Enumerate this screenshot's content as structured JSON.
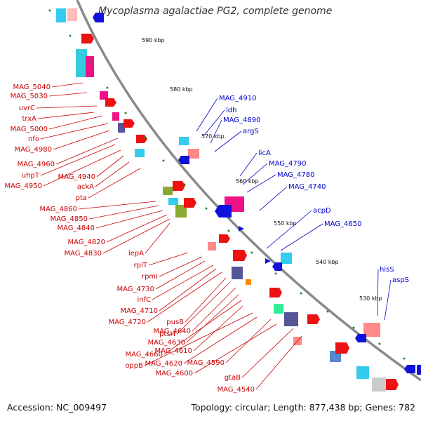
{
  "title": "Mycoplasma agalactiae PG2, complete genome",
  "footer": {
    "accession": "Accession: NC_009497",
    "summary": "Topology: circular; Length: 877,438 bp; Genes: 782"
  },
  "colors": {
    "backbone": "#8a8a8a",
    "forward_gene": "#ee1111",
    "reverse_gene": "#1111dd",
    "label_forward": "#cc0000",
    "label_reverse": "#0000cc",
    "tick": "#1a8a1a"
  },
  "scale_labels": [
    "590 kbp",
    "580 kbp",
    "570 kbp",
    "560 kbp",
    "550 kbp",
    "540 kbp",
    "530 kbp"
  ],
  "labels_left": [
    "MAG_5040",
    "MAG_5030",
    "uvrC",
    "trxA",
    "MAG_5000",
    "nfo",
    "MAG_4980",
    "MAG_4960",
    "uhpT",
    "MAG_4950",
    "MAG_4940",
    "ackA",
    "pta",
    "MAG_4860",
    "MAG_4850",
    "MAG_4840",
    "MAG_4820",
    "MAG_4830",
    "lepA",
    "rplT",
    "rpmI",
    "MAG_4730",
    "infC",
    "MAG_4710",
    "MAG_4720",
    "pusB",
    "ptsH",
    "MAG_4640",
    "MAG_4630",
    "MAG_4660",
    "MAG_4610",
    "oppB",
    "MAG_4620",
    "MAG_4590",
    "MAG_4600",
    "gtaB",
    "MAG_4540"
  ],
  "labels_right": [
    "MAG_4910",
    "ldh",
    "MAG_4890",
    "argS",
    "licA",
    "MAG_4790",
    "MAG_4780",
    "MAG_4740",
    "acpD",
    "MAG_4650",
    "hisS",
    "aspS"
  ]
}
